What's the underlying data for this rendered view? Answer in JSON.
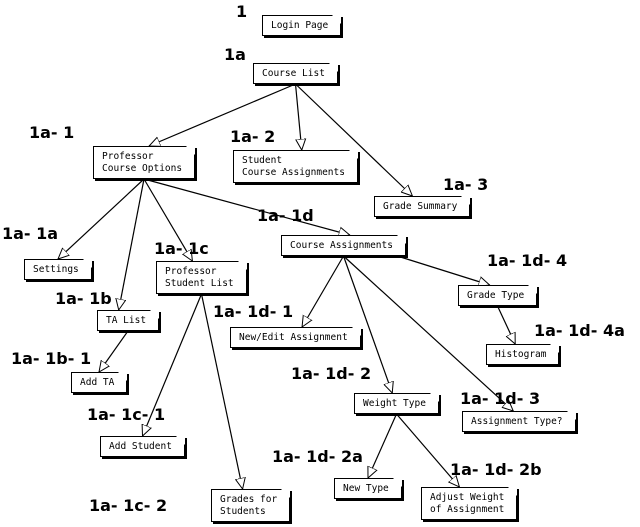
{
  "nodes": [
    {
      "id": "n1",
      "code": "1",
      "label": "Login Page"
    },
    {
      "id": "n1a",
      "code": "1a",
      "label": "Course List"
    },
    {
      "id": "n1a1",
      "code": "1a- 1",
      "label": "Professor\nCourse Options"
    },
    {
      "id": "n1a2",
      "code": "1a- 2",
      "label": "Student\nCourse Assignments"
    },
    {
      "id": "n1a3",
      "code": "1a- 3",
      "label": "Grade Summary"
    },
    {
      "id": "n1a1a",
      "code": "1a- 1a",
      "label": "Settings"
    },
    {
      "id": "n1a1b",
      "code": "1a- 1b",
      "label": "TA List"
    },
    {
      "id": "n1a1b1",
      "code": "1a- 1b- 1",
      "label": "Add TA"
    },
    {
      "id": "n1a1c",
      "code": "1a- 1c",
      "label": "Professor\nStudent List"
    },
    {
      "id": "n1a1c1",
      "code": "1a- 1c- 1",
      "label": "Add Student"
    },
    {
      "id": "n1a1c2",
      "code": "1a- 1c- 2",
      "label": "Grades for\nStudents"
    },
    {
      "id": "n1a1d",
      "code": "1a- 1d",
      "label": "Course Assignments"
    },
    {
      "id": "n1a1d1",
      "code": "1a- 1d- 1",
      "label": "New/Edit Assignment"
    },
    {
      "id": "n1a1d2",
      "code": "1a- 1d- 2",
      "label": "Weight Type"
    },
    {
      "id": "n1a1d2a",
      "code": "1a- 1d- 2a",
      "label": "New Type"
    },
    {
      "id": "n1a1d2b",
      "code": "1a- 1d- 2b",
      "label": "Adjust Weight\nof Assignment"
    },
    {
      "id": "n1a1d3",
      "code": "1a- 1d- 3",
      "label": "Assignment Type?"
    },
    {
      "id": "n1a1d4",
      "code": "1a- 1d- 4",
      "label": "Grade Type"
    },
    {
      "id": "n1a1d4a",
      "code": "1a- 1d- 4a",
      "label": "Histogram"
    }
  ],
  "edges": [
    {
      "from": "n1a",
      "to": "n1a1"
    },
    {
      "from": "n1a",
      "to": "n1a2"
    },
    {
      "from": "n1a",
      "to": "n1a3"
    },
    {
      "from": "n1a1",
      "to": "n1a1a"
    },
    {
      "from": "n1a1",
      "to": "n1a1b"
    },
    {
      "from": "n1a1",
      "to": "n1a1c"
    },
    {
      "from": "n1a1",
      "to": "n1a1d"
    },
    {
      "from": "n1a1b",
      "to": "n1a1b1"
    },
    {
      "from": "n1a1c",
      "to": "n1a1c1"
    },
    {
      "from": "n1a1c",
      "to": "n1a1c2"
    },
    {
      "from": "n1a1d",
      "to": "n1a1d1"
    },
    {
      "from": "n1a1d",
      "to": "n1a1d2"
    },
    {
      "from": "n1a1d",
      "to": "n1a1d3"
    },
    {
      "from": "n1a1d",
      "to": "n1a1d4"
    },
    {
      "from": "n1a1d2",
      "to": "n1a1d2a"
    },
    {
      "from": "n1a1d2",
      "to": "n1a1d2b"
    },
    {
      "from": "n1a1d4",
      "to": "n1a1d4a"
    }
  ]
}
